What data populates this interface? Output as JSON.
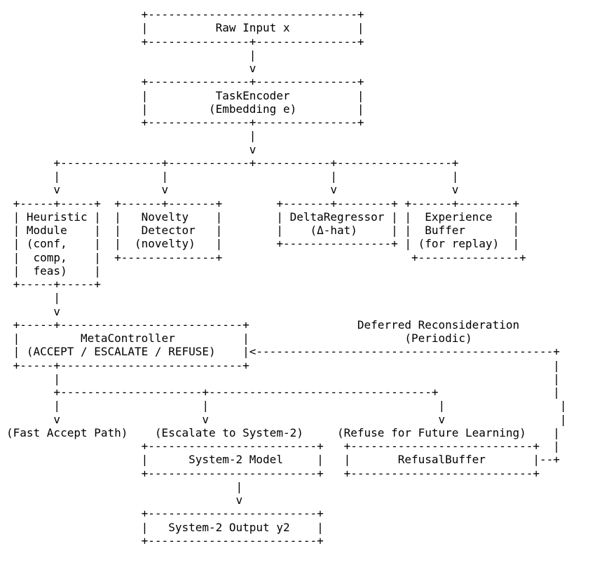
{
  "meta": {
    "background": "#ffffff",
    "text_color": "#000000",
    "type": "ascii-flowchart"
  },
  "nodes": {
    "input": "Raw Input x",
    "encoder": "TaskEncoder (Embedding e)",
    "heuristic": "Heuristic Module (conf, comp, feas)",
    "novelty": "Novelty Detector (novelty)",
    "delta": "DeltaRegressor (Δ-hat)",
    "experience": "Experience Buffer (for replay)",
    "controller": "MetaController (ACCEPT / ESCALATE / REFUSE)",
    "deferred": "Deferred Reconsideration (Periodic)",
    "fast_path": "(Fast Accept Path)",
    "escalate_path": "(Escalate to System-2)",
    "refuse_path": "(Refuse for Future Learning)",
    "system2": "System-2 Model",
    "refusal_buffer": "RefusalBuffer",
    "system2_output": "System-2 Output y2"
  },
  "diagram": {
    "lines": [
      "                    +-------------------------------+",
      "                    |          Raw Input x          |",
      "                    +---------------+---------------+",
      "                                    |",
      "                                    v",
      "                    +---------------+---------------+",
      "                    |          TaskEncoder          |",
      "                    |         (Embedding e)         |",
      "                    +---------------+---------------+",
      "                                    |",
      "                                    v",
      "       +---------------+------------+-----------+-----------------+",
      "       |               |                        |                 |",
      "       v               v                        v                 v",
      " +-----+-----+  +------+-------+        +-------+--------+ +------+--------+",
      " | Heuristic |  |   Novelty    |        | DeltaRegressor | |  Experience   |",
      " | Module    |  |   Detector   |        |    (Δ-hat)     | |  Buffer       |",
      " | (conf,    |  |  (novelty)   |        +----------------+ | (for replay)  |",
      " |  comp,    |  +--------------+                            +---------------+",
      " |  feas)    |",
      " +-----+-----+",
      "       |",
      "       v",
      " +-----+---------------------------+                Deferred Reconsideration",
      " |         MetaController          |                       (Periodic)",
      " | (ACCEPT / ESCALATE / REFUSE)    |<--------------------------------------------+",
      " +-----+---------------------------+                                             |",
      "       |                                                                         |",
      "       +---------------------+---------------------------------+                 |",
      "       |                     |                                  |                 |",
      "       v                     v                                  v                 |",
      "(Fast Accept Path)    (Escalate to System-2)     (Refuse for Future Learning)    |",
      "                    +-------------------------+   +---------------------------+  |",
      "                    |      System-2 Model     |   |       RefusalBuffer       |--+",
      "                    +-------------------------+   +---------------------------+",
      "                                  |",
      "                                  v",
      "                    +-------------------------+",
      "                    |   System-2 Output y2    |",
      "                    +-------------------------+"
    ]
  }
}
